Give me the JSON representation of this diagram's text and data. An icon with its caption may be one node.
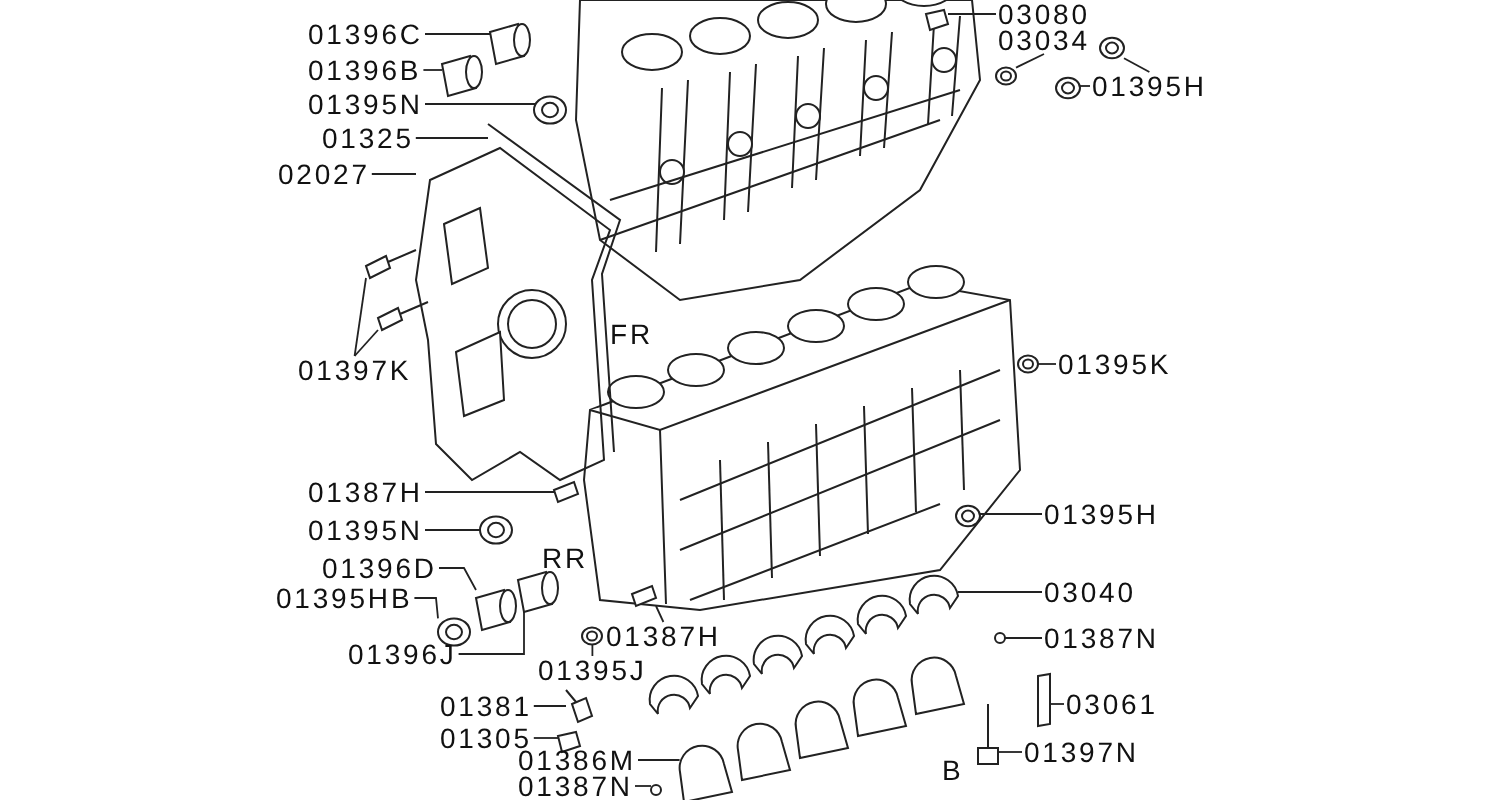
{
  "diagram": {
    "nodes": [
      {
        "text": [
          "01396C"
        ]
      },
      {
        "text": [
          "01396B"
        ]
      },
      {
        "text": [
          "01395N"
        ]
      },
      {
        "text": [
          "01325"
        ]
      },
      {
        "text": [
          "02027"
        ]
      },
      {
        "text": [
          "01397K"
        ]
      },
      {
        "text": [
          "03080"
        ]
      },
      {
        "text": [
          "03034"
        ]
      },
      {
        "text": [
          "01395H"
        ]
      },
      {
        "text": [
          "01395K"
        ]
      },
      {
        "text": [
          "01387H"
        ]
      },
      {
        "text": [
          "01395N"
        ]
      },
      {
        "text": [
          "01396D"
        ]
      },
      {
        "text": [
          "01395HB"
        ]
      },
      {
        "text": [
          "01396J"
        ]
      },
      {
        "text": [
          "01387H"
        ]
      },
      {
        "text": [
          "01395J"
        ]
      },
      {
        "text": [
          "01381"
        ]
      },
      {
        "text": [
          "01305"
        ]
      },
      {
        "text": [
          "01386M"
        ]
      },
      {
        "text": [
          "01387N"
        ]
      },
      {
        "text": [
          "01395H"
        ]
      },
      {
        "text": [
          "03040"
        ]
      },
      {
        "text": [
          "01387N"
        ]
      },
      {
        "text": [
          "03061"
        ]
      },
      {
        "text": [
          "01397N"
        ]
      },
      {
        "text": [],
        "shape": "picture"
      },
      {
        "text": [],
        "shape": "picture"
      },
      {
        "text": [],
        "shape": "picture"
      },
      {
        "text": [],
        "shape": "picture"
      },
      {
        "text": [],
        "shape": "picture"
      },
      {
        "text": [],
        "shape": "picture"
      },
      {
        "text": [],
        "shape": "picture"
      },
      {
        "text": [],
        "shape": "picture"
      },
      {
        "text": [],
        "shape": "picture"
      },
      {
        "text": [],
        "shape": "picture"
      },
      {
        "text": [],
        "shape": "picture"
      },
      {
        "text": [],
        "shape": "picture"
      },
      {
        "text": [],
        "shape": "picture"
      },
      {
        "text": [],
        "shape": "picture"
      },
      {
        "text": [],
        "shape": "picture"
      },
      {
        "text": [],
        "shape": "picture"
      },
      {
        "text": [],
        "shape": "picture"
      },
      {
        "text": [],
        "shape": "picture"
      },
      {
        "text": [],
        "shape": "picture"
      },
      {
        "text": [],
        "shape": "picture"
      },
      {
        "text": [],
        "shape": "picture"
      },
      {
        "text": [],
        "shape": "picture"
      },
      {
        "text": [],
        "shape": "picture"
      },
      {
        "text": [],
        "shape": "picture"
      },
      {
        "text": [],
        "shape": "circle"
      },
      {
        "text": [],
        "shape": "picture"
      },
      {
        "text": [],
        "shape": "picture"
      },
      {
        "text": [],
        "shape": "circle"
      }
    ],
    "edges": [
      {
        "from": 0,
        "to": 26,
        "arrow": "none"
      },
      {
        "from": 1,
        "to": 27,
        "arrow": "none"
      },
      {
        "from": 2,
        "to": 28,
        "arrow": "none"
      },
      {
        "from": 3,
        "to": 29,
        "arrow": "none"
      },
      {
        "from": 4,
        "to": 30,
        "arrow": "none"
      },
      {
        "from": 5,
        "to": 31,
        "arrow": "none"
      },
      {
        "from": 5,
        "to": 32,
        "arrow": "none"
      },
      {
        "from": 6,
        "to": 33,
        "arrow": "none"
      },
      {
        "from": 7,
        "to": 34,
        "arrow": "none"
      },
      {
        "from": 8,
        "to": 35,
        "arrow": "none"
      },
      {
        "from": 8,
        "to": 36,
        "arrow": "none"
      },
      {
        "from": 9,
        "to": 37,
        "arrow": "none"
      },
      {
        "from": 10,
        "to": 38,
        "arrow": "none"
      },
      {
        "from": 11,
        "to": 39,
        "arrow": "none"
      },
      {
        "from": 12,
        "to": 40,
        "arrow": "none"
      },
      {
        "from": 13,
        "to": 41,
        "arrow": "none"
      },
      {
        "from": 14,
        "to": 42,
        "arrow": "none"
      },
      {
        "from": 15,
        "to": 43,
        "arrow": "none"
      },
      {
        "from": 16,
        "to": 44,
        "arrow": "none"
      },
      {
        "from": 17,
        "to": 45,
        "arrow": "none"
      },
      {
        "from": 18,
        "to": 46,
        "arrow": "none"
      },
      {
        "from": 19,
        "to": 48,
        "arrow": "none"
      },
      {
        "from": 20,
        "to": 53,
        "arrow": "none"
      },
      {
        "from": 21,
        "to": 49,
        "arrow": "none"
      },
      {
        "from": 22,
        "to": 47,
        "arrow": "none"
      },
      {
        "from": 23,
        "to": 50,
        "arrow": "none"
      },
      {
        "from": 24,
        "to": 51,
        "arrow": "none"
      },
      {
        "from": 25,
        "to": 52,
        "arrow": "none"
      }
    ],
    "labels": [
      "FR",
      "RR",
      "B"
    ]
  }
}
